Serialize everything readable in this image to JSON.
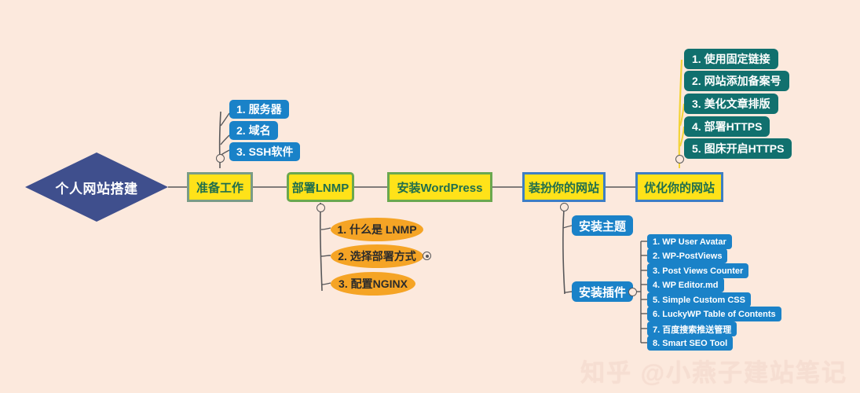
{
  "meta": {
    "background_color": "#fce9dd",
    "watermark": "知乎 @小燕子建站笔记"
  },
  "root": {
    "label": "个人网站搭建",
    "fill": "#3f4f8d",
    "text_color": "#ffffff"
  },
  "main_nodes": [
    {
      "label": "准备工作",
      "border": "#7a9c86",
      "fill": "#ffe219",
      "text_color": "#1f6e4d"
    },
    {
      "label": "部署LNMP",
      "border": "#6aa84f",
      "fill": "#ffe219",
      "text_color": "#1f6e4d"
    },
    {
      "label": "安装WordPress",
      "border": "#6aa84f",
      "fill": "#ffe219",
      "text_color": "#1f6e4d"
    },
    {
      "label": "装扮你的网站",
      "border": "#3d7ec4",
      "fill": "#ffe219",
      "text_color": "#1f6e4d"
    },
    {
      "label": "优化你的网站",
      "border": "#3d7ec4",
      "fill": "#ffe219",
      "text_color": "#1f6e4d"
    }
  ],
  "prepare_children": [
    {
      "label": "1. 服务器"
    },
    {
      "label": "2. 域名"
    },
    {
      "label": "3. SSH软件"
    }
  ],
  "lnmp_children": [
    {
      "label": "1. 什么是 LNMP"
    },
    {
      "label": "2. 选择部署方式"
    },
    {
      "label": "3. 配置NGINX"
    }
  ],
  "decorate_children": [
    {
      "label": "安装主题"
    },
    {
      "label": "安装插件"
    }
  ],
  "plugins": [
    {
      "label": "1. WP User Avatar"
    },
    {
      "label": "2. WP-PostViews"
    },
    {
      "label": "3. Post Views Counter"
    },
    {
      "label": "4. WP Editor.md"
    },
    {
      "label": "5. Simple Custom CSS"
    },
    {
      "label": "6. LuckyWP Table of Contents"
    },
    {
      "label": "7. 百度搜索推送管理"
    },
    {
      "label": "8. Smart SEO Tool"
    }
  ],
  "optimize_children": [
    {
      "label": "1. 使用固定链接"
    },
    {
      "label": "2. 网站添加备案号"
    },
    {
      "label": "3. 美化文章排版"
    },
    {
      "label": "4. 部署HTTPS"
    },
    {
      "label": "5. 图床开启HTTPS"
    }
  ],
  "colors": {
    "blue_node": "#1a82c8",
    "teal_node": "#11706e",
    "orange_node": "#f5a425",
    "main_fill": "#ffe219",
    "root_fill": "#3f4f8d",
    "wire_dark": "#58585a",
    "wire_yellow": "#f3d337"
  }
}
